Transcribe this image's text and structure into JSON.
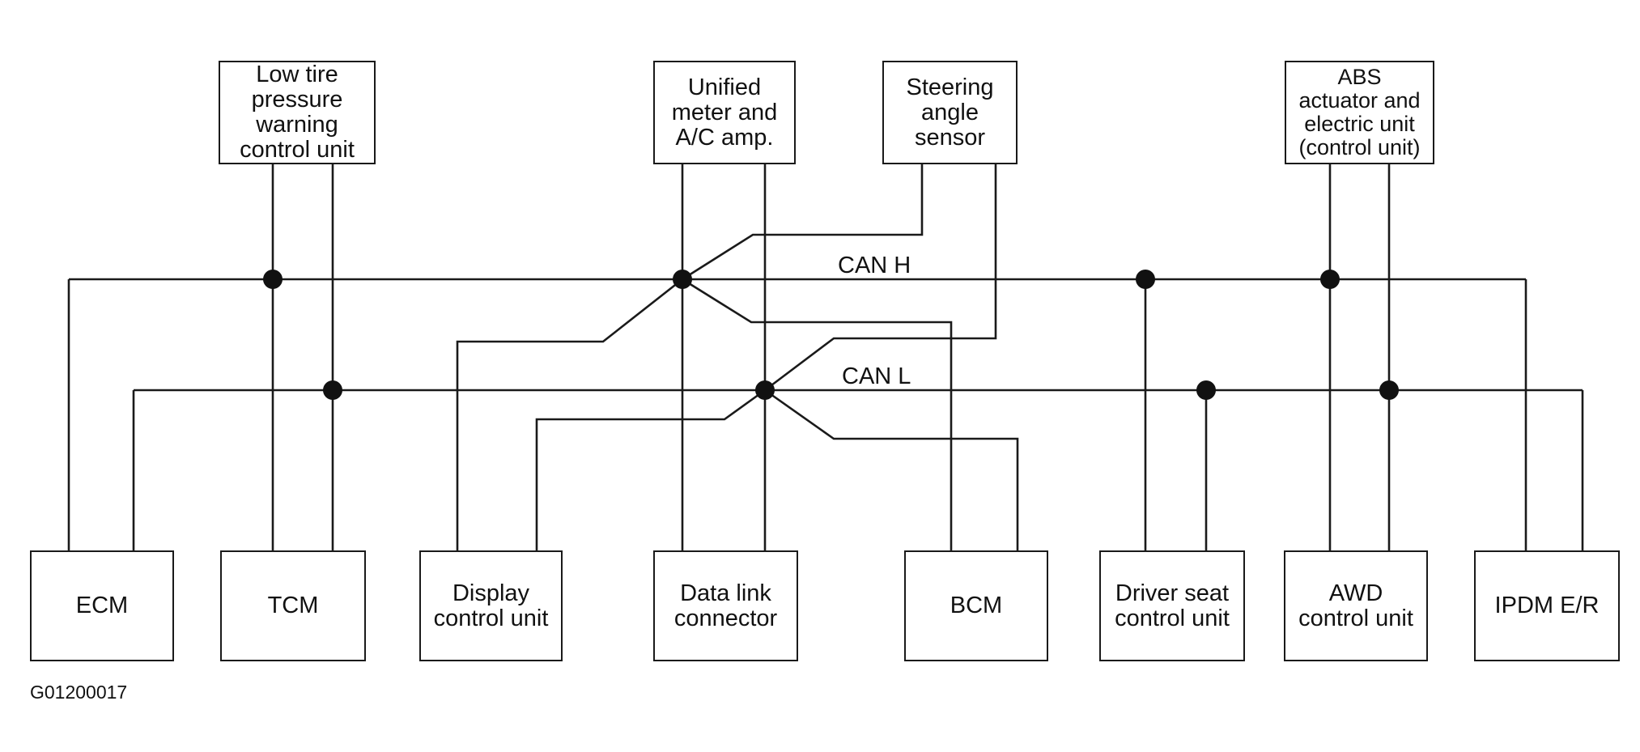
{
  "diagram": {
    "top_units": {
      "tpms": "Low tire\npressure\nwarning\ncontrol unit",
      "meter": "Unified\nmeter and\nA/C amp.",
      "steering": "Steering\nangle\nsensor",
      "abs": "ABS\nactuator and\nelectric unit\n(control unit)"
    },
    "bottom_units": {
      "ecm": "ECM",
      "tcm": "TCM",
      "display": "Display\ncontrol unit",
      "dlc": "Data link\nconnector",
      "bcm": "BCM",
      "seat": "Driver seat\ncontrol unit",
      "awd": "AWD\ncontrol unit",
      "ipdm": "IPDM E/R"
    },
    "bus_labels": {
      "can_h": "CAN H",
      "can_l": "CAN L"
    },
    "figure_id": "G01200017"
  },
  "colors": {
    "line": "#1a1a1a",
    "background": "#ffffff"
  }
}
